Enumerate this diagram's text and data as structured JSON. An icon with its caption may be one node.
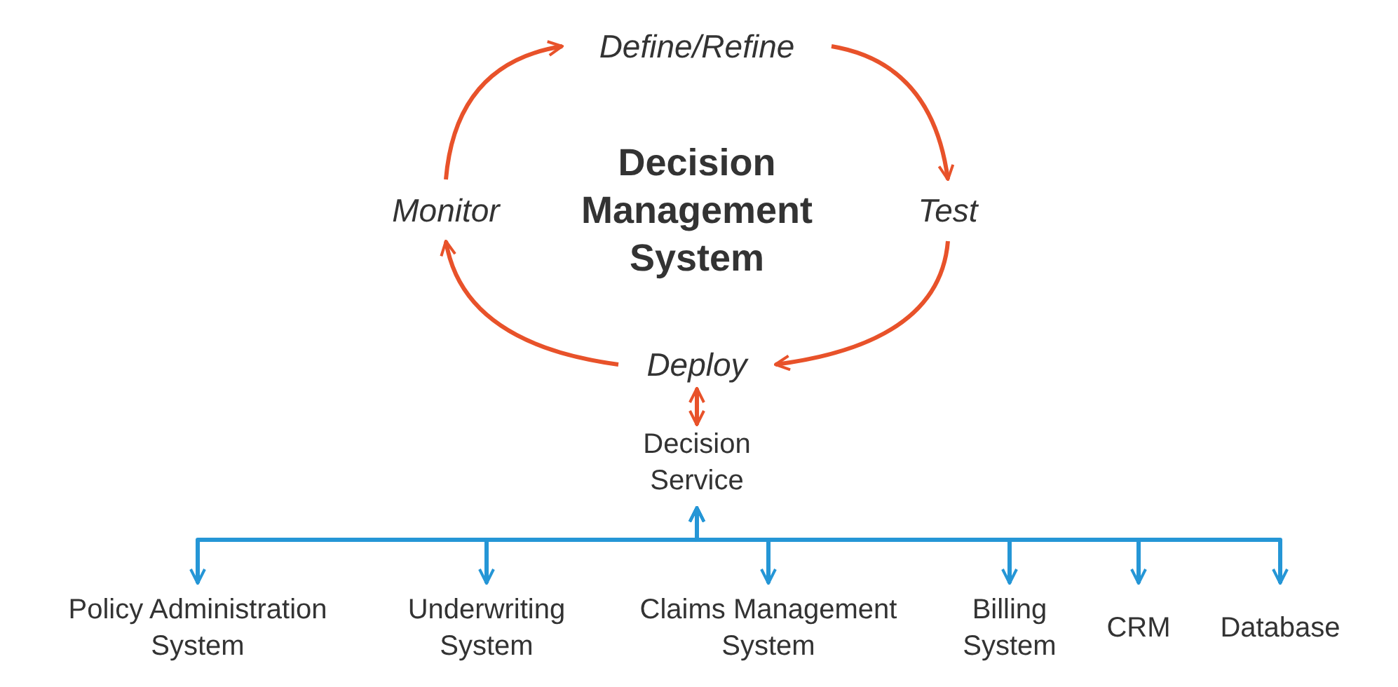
{
  "diagram": {
    "nodes": [
      {
        "text": [
          "Decision Management System"
        ]
      },
      {
        "text": [
          "Define/Refine"
        ]
      },
      {
        "text": [
          "Test"
        ]
      },
      {
        "text": [
          "Deploy"
        ]
      },
      {
        "text": [
          "Monitor"
        ]
      },
      {
        "text": [
          "Decision Service"
        ]
      },
      {
        "text": [
          "Policy Administration System"
        ]
      },
      {
        "text": [
          "Underwriting System"
        ]
      },
      {
        "text": [
          "Claims Management System"
        ]
      },
      {
        "text": [
          "Billing System"
        ]
      },
      {
        "text": [
          "CRM"
        ]
      },
      {
        "text": [
          "Database"
        ]
      }
    ],
    "edges": [
      {
        "from": 1,
        "to": 2,
        "arrow": "to",
        "color": "#e8522a"
      },
      {
        "from": 2,
        "to": 3,
        "arrow": "to",
        "color": "#e8522a"
      },
      {
        "from": 3,
        "to": 4,
        "arrow": "to",
        "color": "#e8522a"
      },
      {
        "from": 4,
        "to": 1,
        "arrow": "to",
        "color": "#e8522a"
      },
      {
        "from": 3,
        "to": 5,
        "arrow": "both",
        "color": "#e8522a"
      },
      {
        "from": 5,
        "to": 6,
        "arrow": "both"
      },
      {
        "from": 5,
        "to": 7,
        "arrow": "both"
      },
      {
        "from": 5,
        "to": 8,
        "arrow": "both"
      },
      {
        "from": 5,
        "to": 9,
        "arrow": "both"
      },
      {
        "from": 5,
        "to": 10,
        "arrow": "both"
      },
      {
        "from": 5,
        "to": 11,
        "arrow": "both"
      }
    ]
  }
}
